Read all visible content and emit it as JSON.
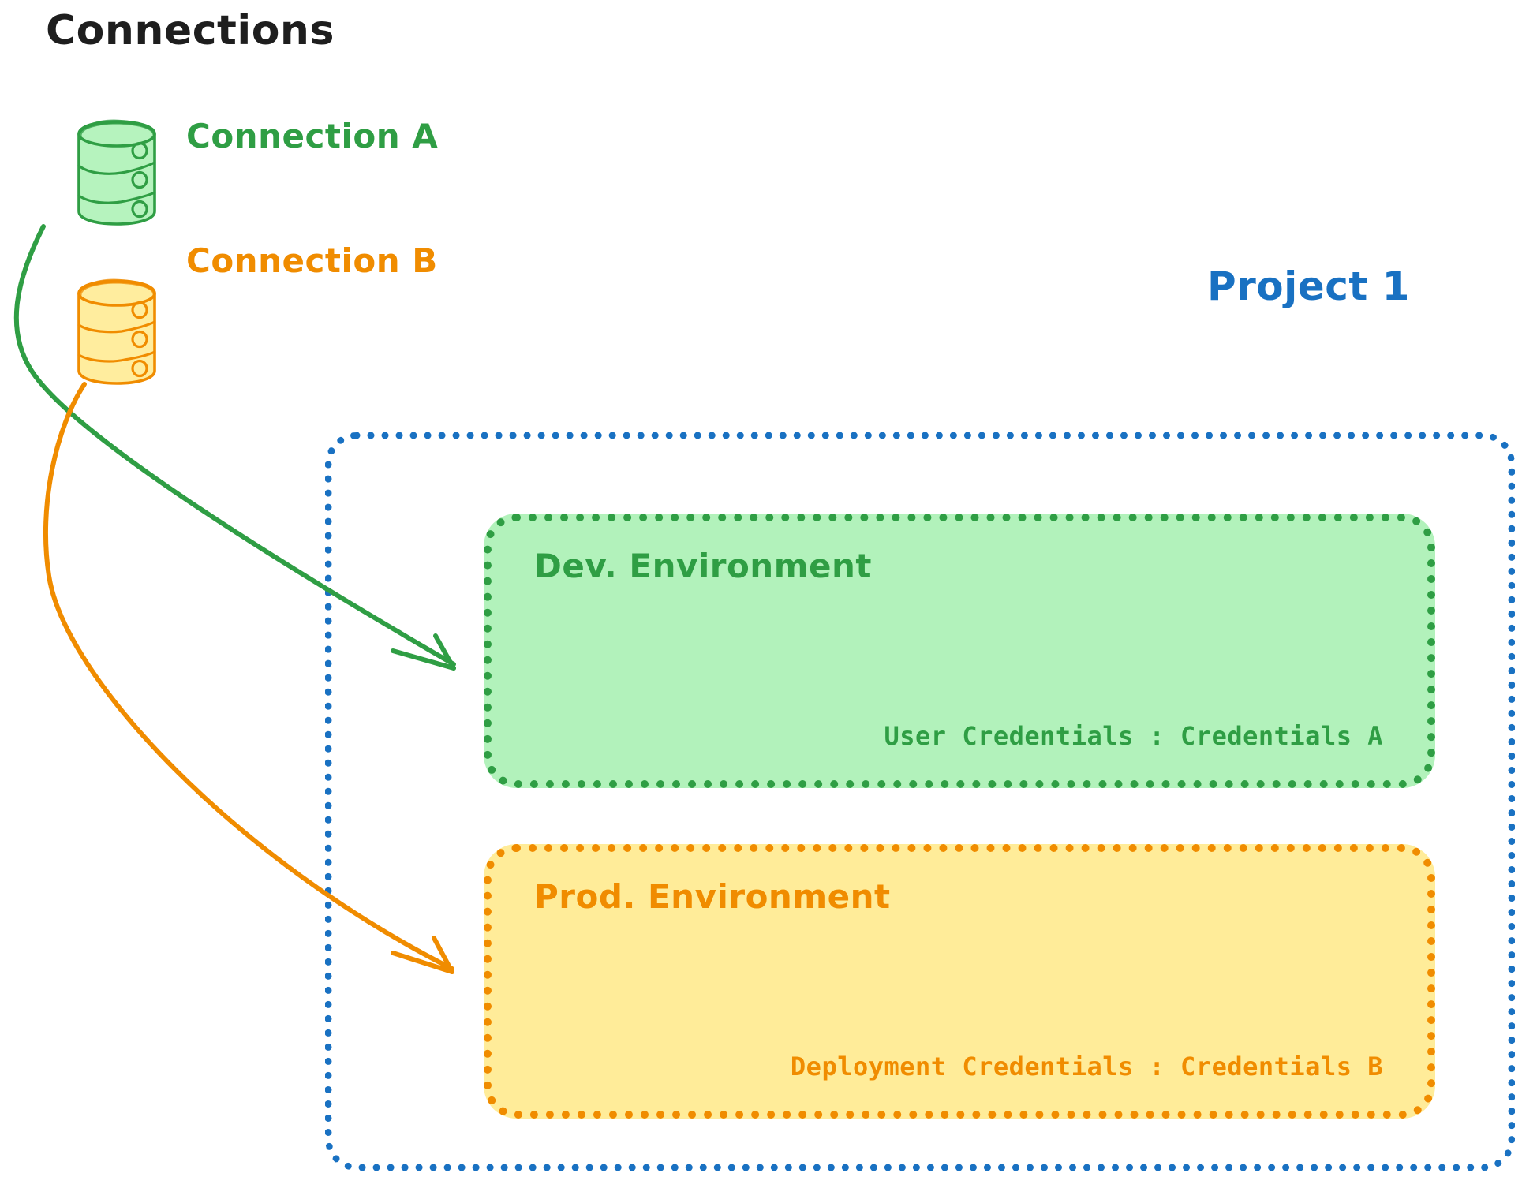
{
  "diagram": {
    "title": "Connections",
    "title_color": "#1e1e1e",
    "background": "#ffffff"
  },
  "connections": [
    {
      "id": "connection-a",
      "label": "Connection A",
      "color": "#2f9e44",
      "fill": "#b2f2bb",
      "icon": "database-cylinder-icon"
    },
    {
      "id": "connection-b",
      "label": "Connection B",
      "color": "#f08c00",
      "fill": "#ffec99",
      "icon": "database-cylinder-icon"
    }
  ],
  "project": {
    "label": "Project 1",
    "color": "#1971c2",
    "border_style": "dotted",
    "environments": [
      {
        "id": "dev-environment",
        "title": "Dev. Environment",
        "credentials_label": "User Credentials",
        "credentials_value": "Credentials A",
        "credentials_text": "User Credentials : Credentials A",
        "color": "#2f9e44",
        "fill": "#b2f2bb"
      },
      {
        "id": "prod-environment",
        "title": "Prod. Environment",
        "credentials_label": "Deployment Credentials",
        "credentials_value": "Credentials B",
        "credentials_text": "Deployment Credentials : Credentials B",
        "color": "#f08c00",
        "fill": "#ffec99"
      }
    ]
  },
  "arrows": [
    {
      "id": "arrow-connection-a-to-dev",
      "from": "connection-a",
      "to": "dev-environment",
      "color": "#2f9e44"
    },
    {
      "id": "arrow-connection-b-to-prod",
      "from": "connection-b",
      "to": "prod-environment",
      "color": "#f08c00"
    }
  ]
}
